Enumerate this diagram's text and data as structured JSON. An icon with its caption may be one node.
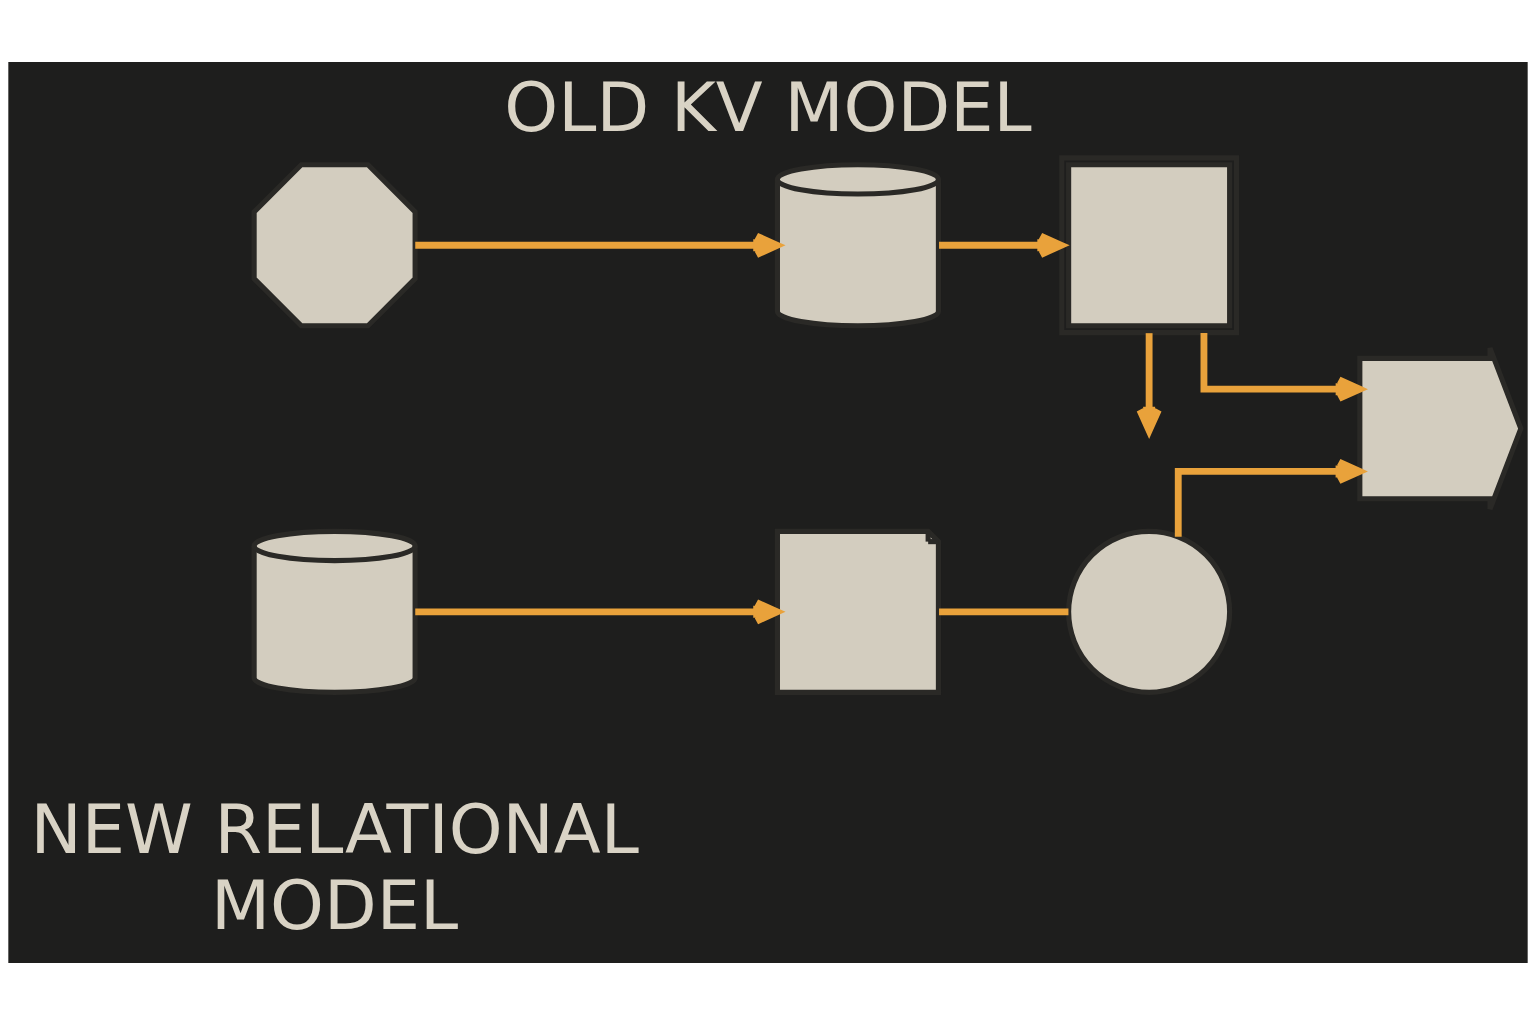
{
  "diagram": {
    "title": "OLD KV MODEL",
    "nodes": [
      {
        "text": [],
        "shape": "gear"
      },
      {
        "text": [],
        "shape": "cylinder"
      },
      {
        "text": [],
        "shape": "window"
      },
      {
        "text": [],
        "shape": "cylinder"
      },
      {
        "text": [],
        "shape": "document"
      },
      {
        "text": [],
        "shape": "cloud"
      },
      {
        "text": [],
        "shape": "arrow"
      }
    ],
    "edges": [
      {
        "from": 0,
        "to": 1,
        "arrow": "to"
      },
      {
        "from": 1,
        "to": 2,
        "arrow": "to"
      },
      {
        "from": 2,
        "to": null,
        "arrow": "to"
      },
      {
        "from": 2,
        "to": 6,
        "arrow": "to"
      },
      {
        "from": 3,
        "to": 4,
        "arrow": "to"
      },
      {
        "from": 4,
        "to": 5,
        "arrow": "none"
      },
      {
        "from": 5,
        "to": 6,
        "arrow": "to"
      }
    ],
    "labels": [
      "NEW RELATIONAL MODEL"
    ]
  }
}
